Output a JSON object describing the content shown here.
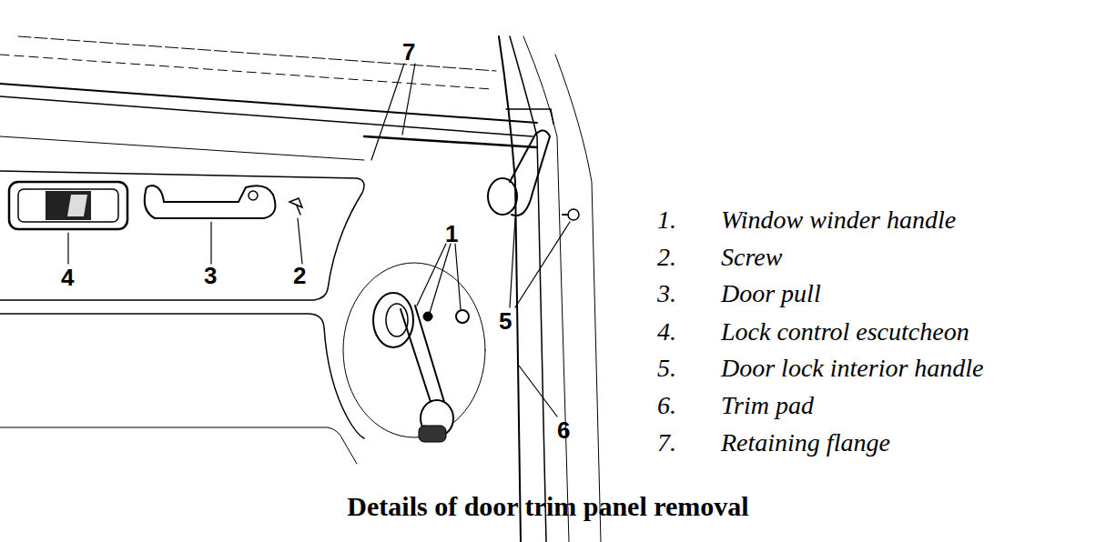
{
  "diagram": {
    "caption": "Details of door trim panel removal",
    "labels": [
      "7",
      "1",
      "4",
      "3",
      "2",
      "5",
      "6",
      "1.",
      "Window winder handle",
      "2.",
      "Screw",
      "3.",
      "Door pull",
      "4.",
      "Lock control escutcheon",
      "5.",
      "Door lock interior handle",
      "6.",
      "Trim pad",
      "7.",
      "Retaining flange"
    ]
  }
}
